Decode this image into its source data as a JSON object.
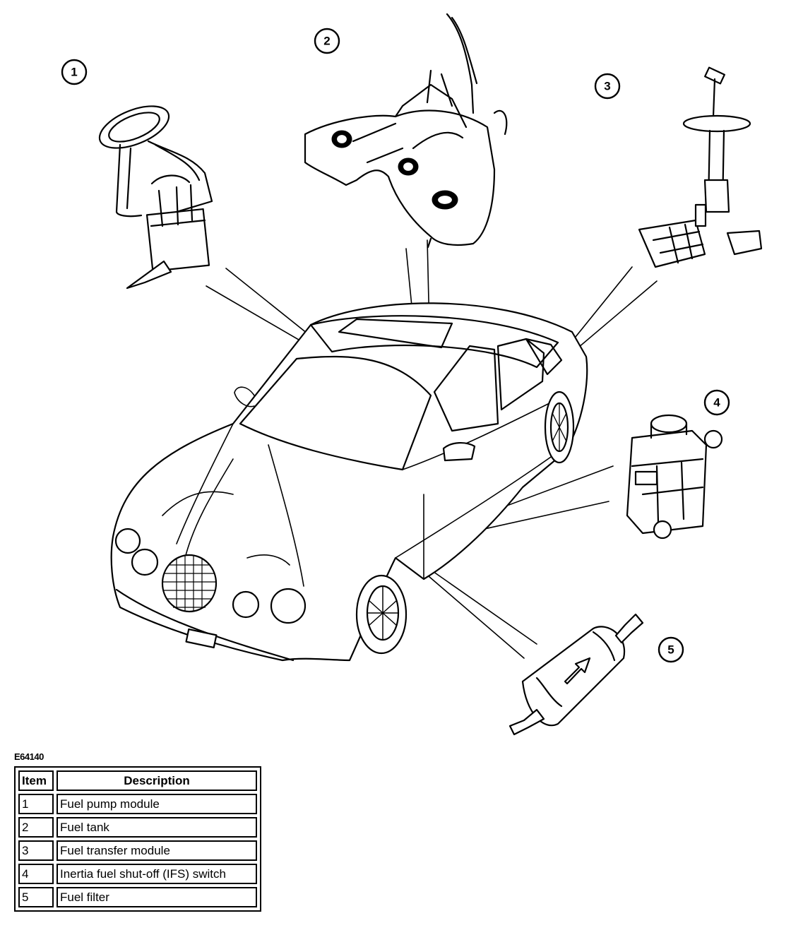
{
  "figure_code": "E64140",
  "callouts": [
    "1",
    "2",
    "3",
    "4",
    "5"
  ],
  "legend": {
    "headers": {
      "item": "Item",
      "description": "Description"
    },
    "rows": [
      {
        "item": "1",
        "description": "Fuel pump module"
      },
      {
        "item": "2",
        "description": "Fuel tank"
      },
      {
        "item": "3",
        "description": "Fuel transfer module"
      },
      {
        "item": "4",
        "description": "Inertia fuel shut-off (IFS) switch"
      },
      {
        "item": "5",
        "description": "Fuel filter"
      }
    ]
  }
}
